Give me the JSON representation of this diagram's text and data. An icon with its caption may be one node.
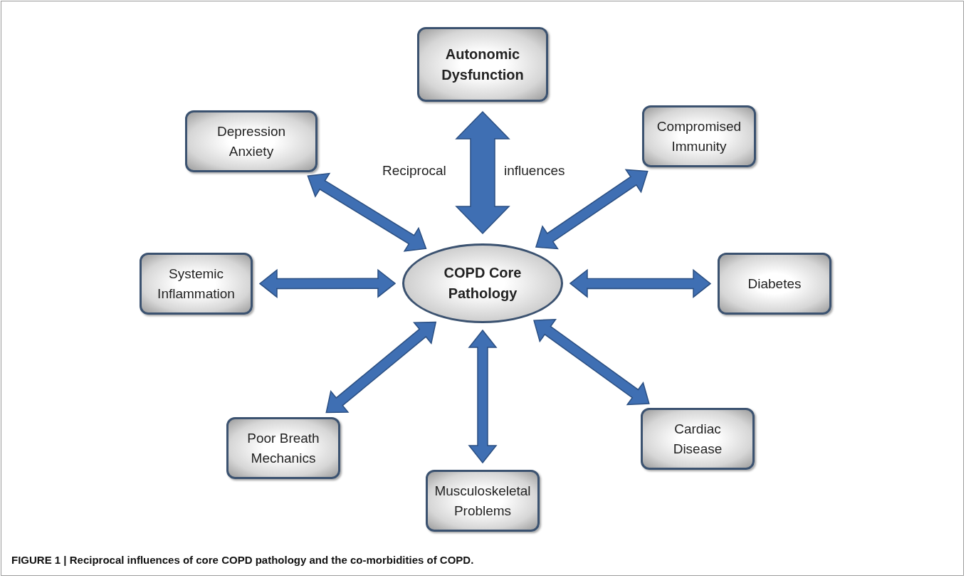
{
  "diagram": {
    "caption": "**FIGURE 1** | **Reciprocal influences of core COPD pathology and the co-morbidities of COPD**.",
    "nodes": [
      {
        "text": [
          "COPD Core Pathology"
        ]
      },
      {
        "text": [
          "Autonomic Dysfunction"
        ]
      },
      {
        "text": [
          "Depression Anxiety"
        ]
      },
      {
        "text": [
          "Compromised Immunity"
        ]
      },
      {
        "text": [
          "Systemic Inflammation"
        ]
      },
      {
        "text": [
          "Diabetes"
        ]
      },
      {
        "text": [
          "Poor Breath Mechanics"
        ]
      },
      {
        "text": [
          "Musculoskeletal Problems"
        ]
      },
      {
        "text": [
          "Cardiac Disease"
        ]
      }
    ],
    "edges": [
      {
        "from": 0,
        "to": 1,
        "arrow": "both",
        "style": "thick"
      },
      {
        "from": 0,
        "to": 2,
        "arrow": "both"
      },
      {
        "from": 0,
        "to": 3,
        "arrow": "both"
      },
      {
        "from": 0,
        "to": 4,
        "arrow": "both"
      },
      {
        "from": 0,
        "to": 5,
        "arrow": "both"
      },
      {
        "from": 0,
        "to": 6,
        "arrow": "both"
      },
      {
        "from": 0,
        "to": 7,
        "arrow": "both"
      },
      {
        "from": 0,
        "to": 8,
        "arrow": "both"
      }
    ],
    "labels": [
      "Reciprocal",
      "influences"
    ]
  }
}
